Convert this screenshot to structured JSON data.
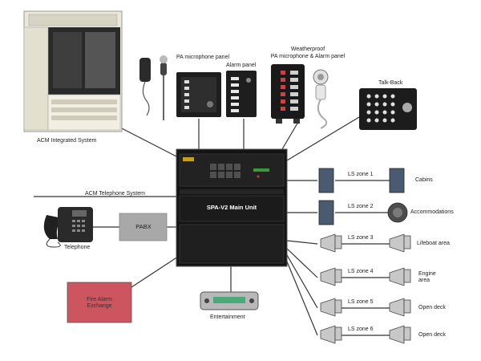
{
  "labels": {
    "acm_integrated": "ACM Integrated System",
    "pa_mic_panel": "PA microphone panel",
    "alarm_panel": "Alarm panel",
    "weatherproof_line1": "Weatherproof",
    "weatherproof_line2": "PA microphone & Alarm panel",
    "talkback": "Talk-Back",
    "main_unit": "SPA-V2 Main Unit",
    "acm_telephone": "ACM Telephone System",
    "pabx": "PABX",
    "telephone": "Telephone",
    "fire_alarm_line1": "Fire Alarm",
    "fire_alarm_line2": "Exchange",
    "entertainment": "Entertainment"
  },
  "zones": [
    {
      "zone": "LS zone 1",
      "destination": "Cabins",
      "speaker": "box"
    },
    {
      "zone": "LS zone 2",
      "destination": "Accommodations",
      "speaker": "box-round"
    },
    {
      "zone": "LS zone 3",
      "destination": "Lifeboat area",
      "speaker": "horn"
    },
    {
      "zone": "LS zone 4",
      "destination": "Engine\narea",
      "speaker": "horn"
    },
    {
      "zone": "LS zone 5",
      "destination": "Open deck",
      "speaker": "horn"
    },
    {
      "zone": "LS zone 6",
      "destination": "Open deck",
      "speaker": "horn"
    }
  ],
  "colors": {
    "line": "#333333",
    "unit": "#1c1c1c",
    "fire_alarm_fill": "#cc5560",
    "pabx_fill": "#a8a8a8",
    "cabinet": "#ece8d8"
  }
}
